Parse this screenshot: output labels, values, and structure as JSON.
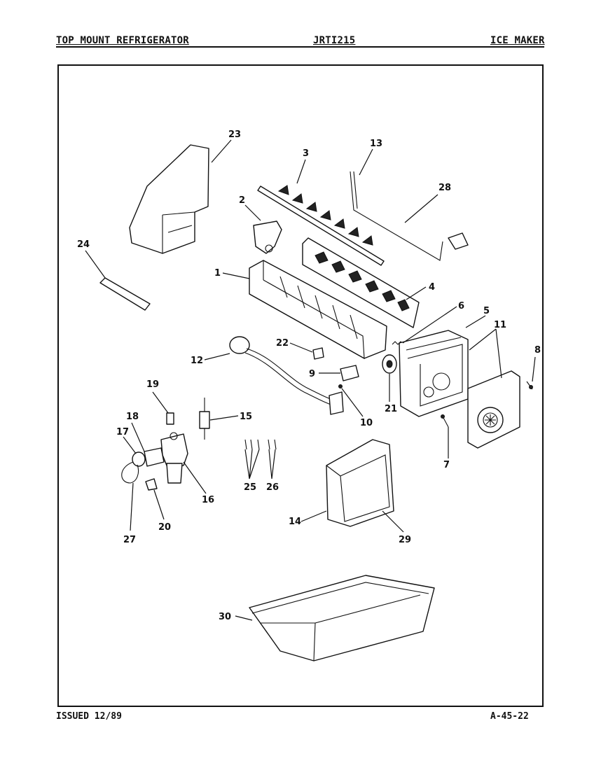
{
  "header": {
    "left": "TOP MOUNT REFRIGERATOR",
    "center": "JRTI215",
    "right": "ICE MAKER"
  },
  "footer": {
    "issued": "ISSUED 12/89",
    "page_code": "A-45-22"
  },
  "callouts": {
    "c1": "1",
    "c2": "2",
    "c3": "3",
    "c4": "4",
    "c5": "5",
    "c6": "6",
    "c7": "7",
    "c8": "8",
    "c9": "9",
    "c10": "10",
    "c11": "11",
    "c12": "12",
    "c13": "13",
    "c14": "14",
    "c15": "15",
    "c16": "16",
    "c17": "17",
    "c18": "18",
    "c19": "19",
    "c20": "20",
    "c21": "21",
    "c22": "22",
    "c23": "23",
    "c24": "24",
    "c25": "25",
    "c26": "26",
    "c27": "27",
    "c28": "28",
    "c29": "29",
    "c30": "30"
  }
}
